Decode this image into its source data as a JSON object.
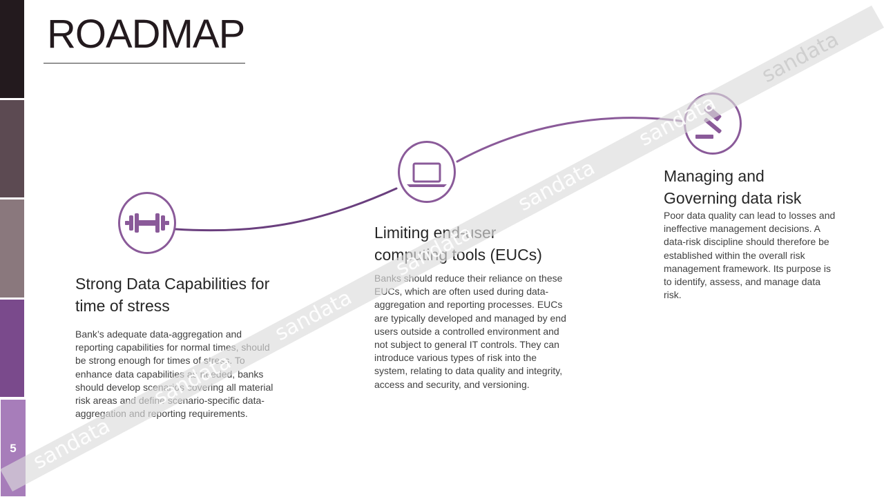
{
  "slide": {
    "title": "ROADMAP",
    "page_number": "5"
  },
  "colors": {
    "accent": "#8a5a99",
    "line_dark": "#6a3f7e",
    "bar_1": "#231a1e",
    "bar_2": "#5c4a52",
    "bar_3": "#8a787d",
    "bar_4": "#7a4a8c",
    "bar_5": "#a77dba"
  },
  "milestones": [
    {
      "icon": "dumbbell-icon",
      "heading": "Strong Data Capabilities for time of stress",
      "body": "Bank’s adequate data-aggregation and reporting capabilities for normal times, should be strong enough for times of stress. To enhance data capabilities as needed, banks should develop scenarios covering all material risk areas and define scenario-specific data-aggregation and reporting requirements."
    },
    {
      "icon": "laptop-icon",
      "heading": "Limiting end-user computing tools (EUCs)",
      "body": "Banks should reduce their reliance on these EUCs, which are often used during data-aggregation and reporting processes. EUCs are typically developed and managed by end users outside a controlled environment and not subject to general IT controls. They can introduce various types of risk into the system, relating to data quality and integrity, access and security, and versioning."
    },
    {
      "icon": "gavel-icon",
      "heading": "Managing and Governing data risk",
      "body": "Poor data quality can lead to losses and ineffective management decisions. A data-risk discipline should therefore be established within the overall risk management framework. Its purpose is to identify, assess, and manage data risk."
    }
  ],
  "watermark": {
    "text": "sandata"
  }
}
